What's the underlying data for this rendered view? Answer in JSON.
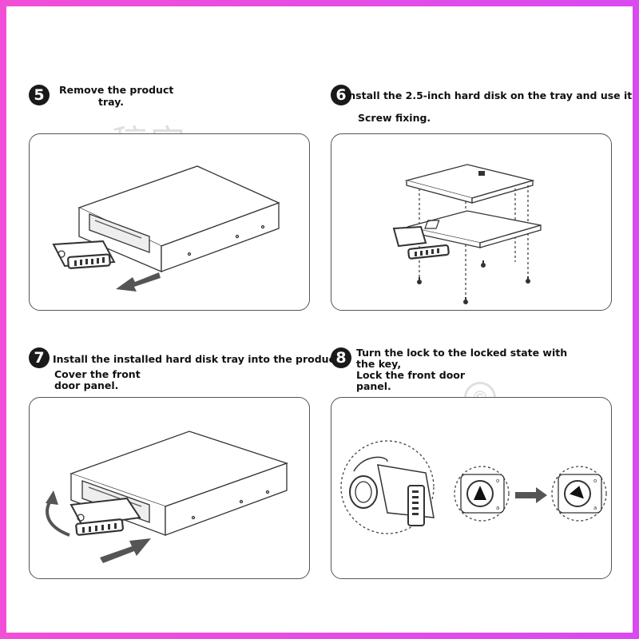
{
  "watermark": "稿定",
  "copyright_symbol": "©",
  "steps": [
    {
      "number": "5",
      "lines": [
        "Remove the product",
        "tray."
      ]
    },
    {
      "number": "6",
      "lines": [
        "install the 2.5-inch hard disk on the tray and use it",
        "Screw fixing."
      ]
    },
    {
      "number": "7",
      "lines": [
        "Install the installed hard disk tray into the product,",
        "Cover the front",
        "door panel."
      ]
    },
    {
      "number": "8",
      "lines": [
        "Turn the lock to the locked state with",
        "the key,",
        "Lock the front door",
        "panel."
      ]
    }
  ],
  "colors": {
    "border_gradient_start": "#f24fd8",
    "border_gradient_end": "#d94af0",
    "badge": "#1a1a1a",
    "line_art": "#333333",
    "arrow": "#555555"
  }
}
